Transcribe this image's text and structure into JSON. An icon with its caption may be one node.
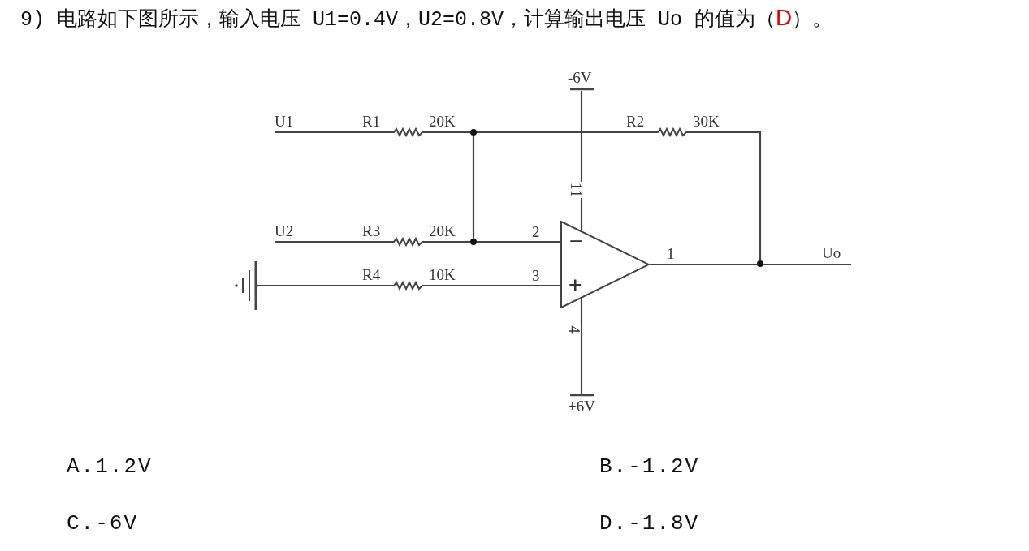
{
  "diagram": {
    "title": "9) 电路如下图所示，输入电压 U1=0.4V，U2=0.8V，计算输出电压 Uo 的值为（**D**）。",
    "nodes": [
      {
        "text": [
          "U1"
        ]
      },
      {
        "text": [
          "U2"
        ]
      },
      {
        "text": [],
        "shape": "picture"
      },
      {
        "text": [
          "R1",
          "20K"
        ]
      },
      {
        "text": [
          "R3",
          "20K"
        ]
      },
      {
        "text": [
          "R4",
          "10K"
        ]
      },
      {
        "text": [],
        "shape": "circle"
      },
      {
        "text": [],
        "shape": "circle"
      },
      {
        "text": [
          "−",
          "+"
        ]
      },
      {
        "text": [
          "-6V"
        ]
      },
      {
        "text": [
          "+6V"
        ]
      },
      {
        "text": [
          "R2",
          "30K"
        ]
      },
      {
        "text": [],
        "shape": "circle"
      },
      {
        "text": [
          "Uo"
        ]
      }
    ],
    "edges": [
      {
        "from": 0,
        "to": 3,
        "arrow": "none"
      },
      {
        "from": 3,
        "to": 6,
        "arrow": "none"
      },
      {
        "from": 6,
        "to": 11,
        "arrow": "none"
      },
      {
        "from": 11,
        "to": 12,
        "arrow": "none"
      },
      {
        "from": 6,
        "to": 7,
        "arrow": "none"
      },
      {
        "from": 1,
        "to": 4,
        "arrow": "none"
      },
      {
        "from": 4,
        "to": 7,
        "arrow": "none"
      },
      {
        "from": 7,
        "to": 8,
        "arrow": "none",
        "label": "2"
      },
      {
        "from": 2,
        "to": 5,
        "arrow": "none"
      },
      {
        "from": 5,
        "to": 8,
        "arrow": "none",
        "label": "3"
      },
      {
        "from": 8,
        "to": 12,
        "arrow": "none",
        "label": "1"
      },
      {
        "from": 12,
        "to": 13,
        "arrow": "none"
      },
      {
        "from": 9,
        "to": 8,
        "arrow": "none",
        "label": "11"
      },
      {
        "from": 10,
        "to": 8,
        "arrow": "none",
        "label": "4"
      }
    ],
    "labels": [
      "A.1.2V",
      "B.-1.2V",
      "C.-6V",
      "D.-1.8V"
    ]
  }
}
